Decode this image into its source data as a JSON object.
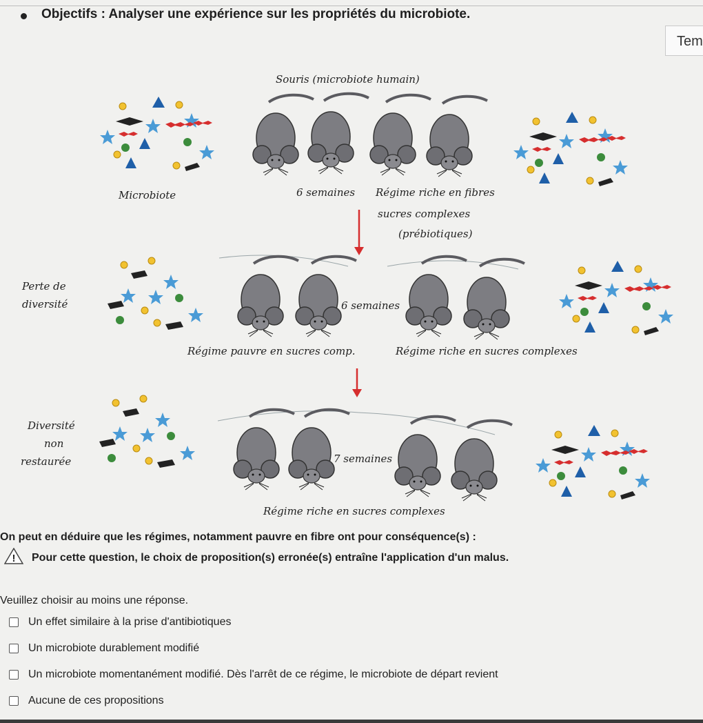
{
  "header": {
    "objectifs": "Objectifs : Analyser une expérience sur les propriétés du microbiote.",
    "tab_label": "Tem"
  },
  "figure": {
    "title": "Souris (microbiote humain)",
    "microbiote_label": "Microbiote",
    "step1_duration": "6 semaines",
    "step1_diet_line1": "Régime riche en fibres",
    "step1_diet_line2": "sucres complexes",
    "step1_diet_line3": "(prébiotiques)",
    "left2_line1": "Perte de",
    "left2_line2": "diversité",
    "step2_duration": "6 semaines",
    "step2_diet_left": "Régime  pauvre en sucres comp.",
    "step2_diet_right": "Régime riche en sucres complexes",
    "left3_line1": "Diversité",
    "left3_line2": "non",
    "left3_line3": "restaurée",
    "step3_duration": "7 semaines",
    "step3_diet": "Régime riche en sucres complexes"
  },
  "question": {
    "text": "On peut en déduire que les régimes, notamment pauvre en fibre ont pour conséquence(s) :",
    "warning": "Pour cette question, le choix de proposition(s) erronée(s) entraîne l'application d'un malus.",
    "instruction": "Veuillez choisir au moins une réponse."
  },
  "options": [
    {
      "label": "Un effet similaire à la prise d'antibiotiques"
    },
    {
      "label": "Un microbiote durablement modifié"
    },
    {
      "label": "Un microbiote momentanément modifié. Dès l'arrêt de ce régime, le microbiote de départ revient"
    },
    {
      "label": "Aucune de ces propositions"
    }
  ],
  "colors": {
    "mouse": "#7d7d82",
    "triangle": "#1f5fa8",
    "star": "#4a9bd6",
    "bacillus": "#d62e2e",
    "coccus": "#f2c230",
    "virus": "#3c8c3c",
    "rod": "#222222"
  }
}
